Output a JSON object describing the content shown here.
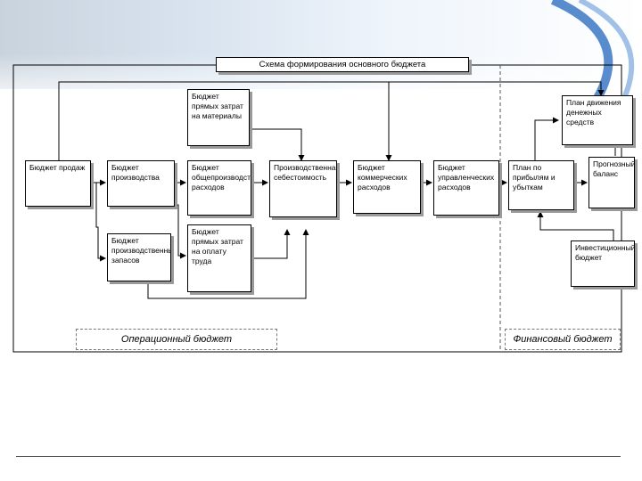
{
  "title": "Схема формирования основного бюджета",
  "boxes": {
    "sales": "Бюджет продаж",
    "production": "Бюджет производства",
    "inventory": "Бюджет производственных запасов",
    "materials": "Бюджет прямых затрат на материалы",
    "overhead": "Бюджет общепроизводственных расходов",
    "labor": "Бюджет прямых затрат на оплату труда",
    "cost": "Производственная себестоимость",
    "commercial": "Бюджет коммерческих расходов",
    "admin": "Бюджет управленческих расходов",
    "profit": "План по прибылям и убыткам",
    "cashflow": "План движения денежных средств",
    "forecast": "Прогнозный баланс",
    "invest": "Инвестиционный бюджет"
  },
  "regions": {
    "operational": "Операционный бюджет",
    "financial": "Финансовый бюджет"
  }
}
